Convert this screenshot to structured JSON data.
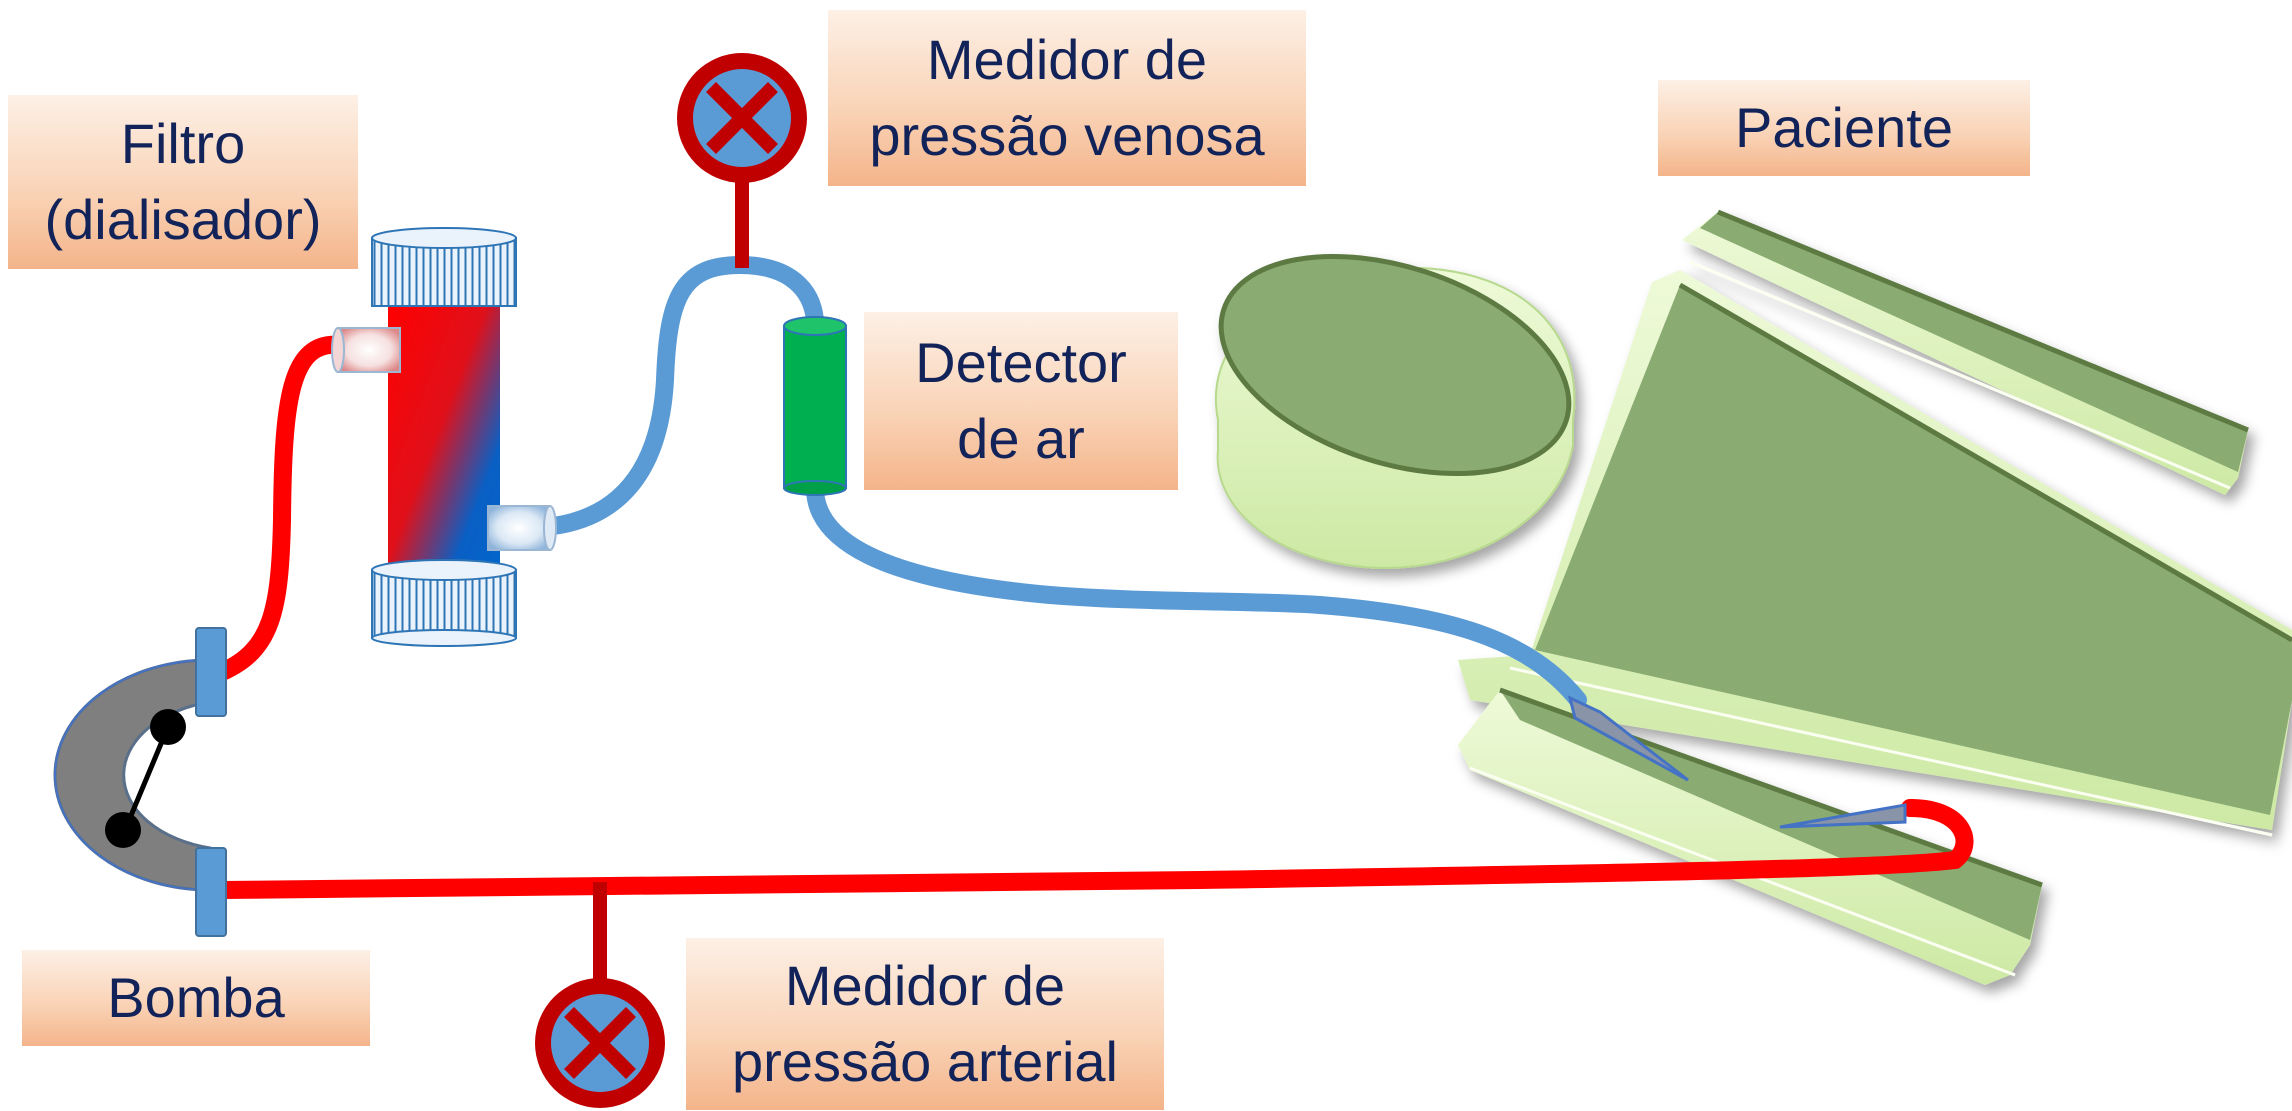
{
  "labels": {
    "filter": "Filtro\n(dialisador)",
    "pump": "Bomba",
    "venous_pressure": "Medidor de\npressão venosa",
    "air_detector": "Detector\nde ar",
    "patient": "Paciente",
    "arterial_pressure": "Medidor de\npressão arterial"
  },
  "colors": {
    "arterial_line": "#ff0000",
    "venous_line": "#5b9bd5",
    "gauge_ring": "#c00000",
    "gauge_face": "#5b9bd5",
    "air_detector": "#00b050",
    "pump_body": "#7f7f7f",
    "patient_body": "#8aab72",
    "patient_highlight": "#c6e8a4",
    "label_text": "#12235a",
    "label_bg": "#f8caa4"
  }
}
